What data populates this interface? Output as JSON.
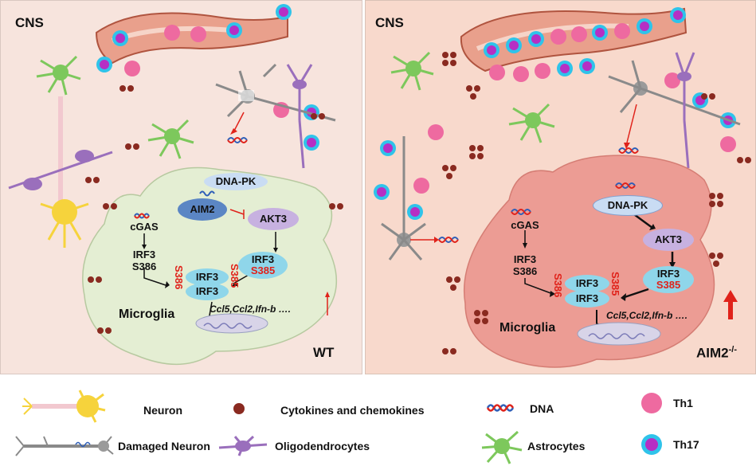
{
  "panels": {
    "wt": {
      "region": "CNS",
      "cell": "Microglia",
      "genotype": "WT",
      "nodes": {
        "dnapk": "DNA-PK",
        "aim2": "AIM2",
        "akt3": "AKT3",
        "cgas": "cGAS",
        "irf3_left": "IRF3",
        "s386": "S386",
        "irf3_right": "IRF3",
        "s385": "S385",
        "dimer_top": "IRF3",
        "dimer_bottom": "IRF3",
        "dimer_s386": "S386",
        "dimer_s385": "S385"
      },
      "genes": "Ccl5,Ccl2,Ifn-b …."
    },
    "ko": {
      "region": "CNS",
      "cell": "Microglia",
      "genotype": "AIM2",
      "genotype_sup": "-/-",
      "nodes": {
        "dnapk": "DNA-PK",
        "akt3": "AKT3",
        "cgas": "cGAS",
        "irf3_left": "IRF3",
        "s386": "S386",
        "irf3_right": "IRF3",
        "s385": "S385",
        "dimer_top": "IRF3",
        "dimer_bottom": "IRF3",
        "dimer_s386": "S386",
        "dimer_s385": "S385"
      },
      "genes": "Ccl5,Ccl2,Ifn-b …."
    }
  },
  "legend": {
    "neuron": "Neuron",
    "cytokines": "Cytokines and chemokines",
    "dna": "DNA",
    "th1": "Th1",
    "damaged_neuron": "Damaged Neuron",
    "oligodendrocytes": "Oligodendrocytes",
    "astrocytes": "Astrocytes",
    "th17": "Th17"
  },
  "colors": {
    "phospho_red": "#e0221a",
    "irf3_cyan": "#8fd6ea",
    "akt3_purple": "#c7b1e0",
    "aim2_blue": "#5b86c4",
    "dnapk_blue": "#c9dcf3",
    "cytokine_brown": "#8a2a20",
    "th1_pink": "#ee6aa0",
    "th17_cyan": "#2fc3ea",
    "th17_magenta": "#b62fc4",
    "astrocyte_green": "#7dc85c",
    "oligo_purple": "#9a6fbc",
    "neuron_yellow": "#f6d33c"
  }
}
